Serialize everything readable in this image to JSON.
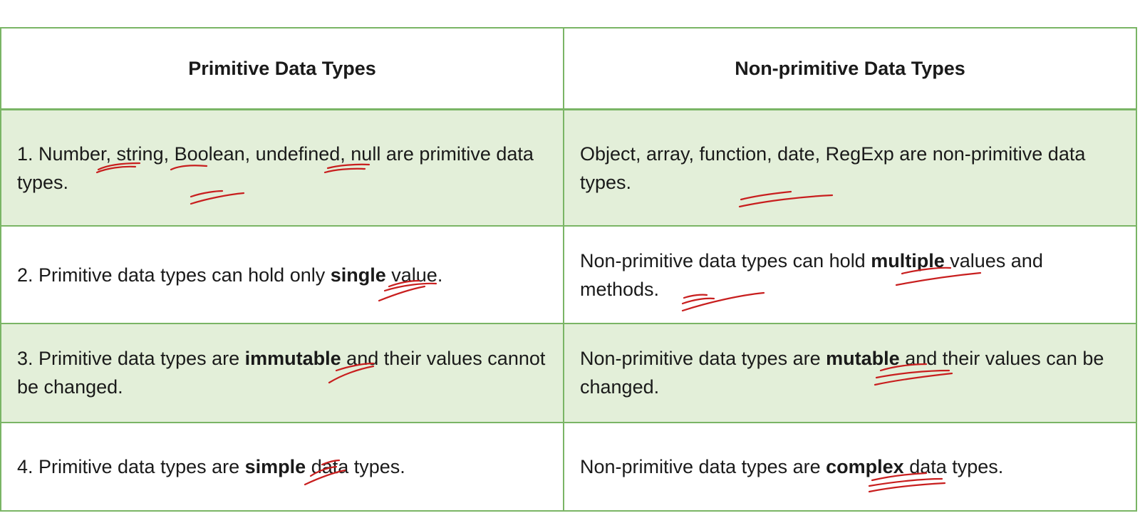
{
  "table": {
    "headers": {
      "primitive": "Primitive Data Types",
      "non_primitive": "Non-primitive Data Types"
    },
    "rows": [
      {
        "primitive": {
          "before": "1. Number, string, Boolean, undefined, null are primitive data types.",
          "bold": "",
          "after": ""
        },
        "non_primitive": {
          "before": "Object, array, function, date, RegExp are non-primitive data types.",
          "bold": "",
          "after": ""
        }
      },
      {
        "primitive": {
          "before": "2. Primitive data types can hold only ",
          "bold": "single",
          "after": " value."
        },
        "non_primitive": {
          "before": "Non-primitive data types can hold ",
          "bold": "multiple",
          "after": " values and methods."
        }
      },
      {
        "primitive": {
          "before": "3. Primitive data types are ",
          "bold": "immutable",
          "after": " and their values cannot be changed."
        },
        "non_primitive": {
          "before": "Non-primitive data types are ",
          "bold": "mutable",
          "after": " and their values can be changed."
        }
      },
      {
        "primitive": {
          "before": "4. Primitive data types are ",
          "bold": "simple",
          "after": " data types."
        },
        "non_primitive": {
          "before": "Non-primitive data types are ",
          "bold": "complex",
          "after": " data types."
        }
      }
    ]
  },
  "colors": {
    "border": "#7ab565",
    "shaded_row": "#e3efd9",
    "annotation_ink": "#c81e1e"
  }
}
